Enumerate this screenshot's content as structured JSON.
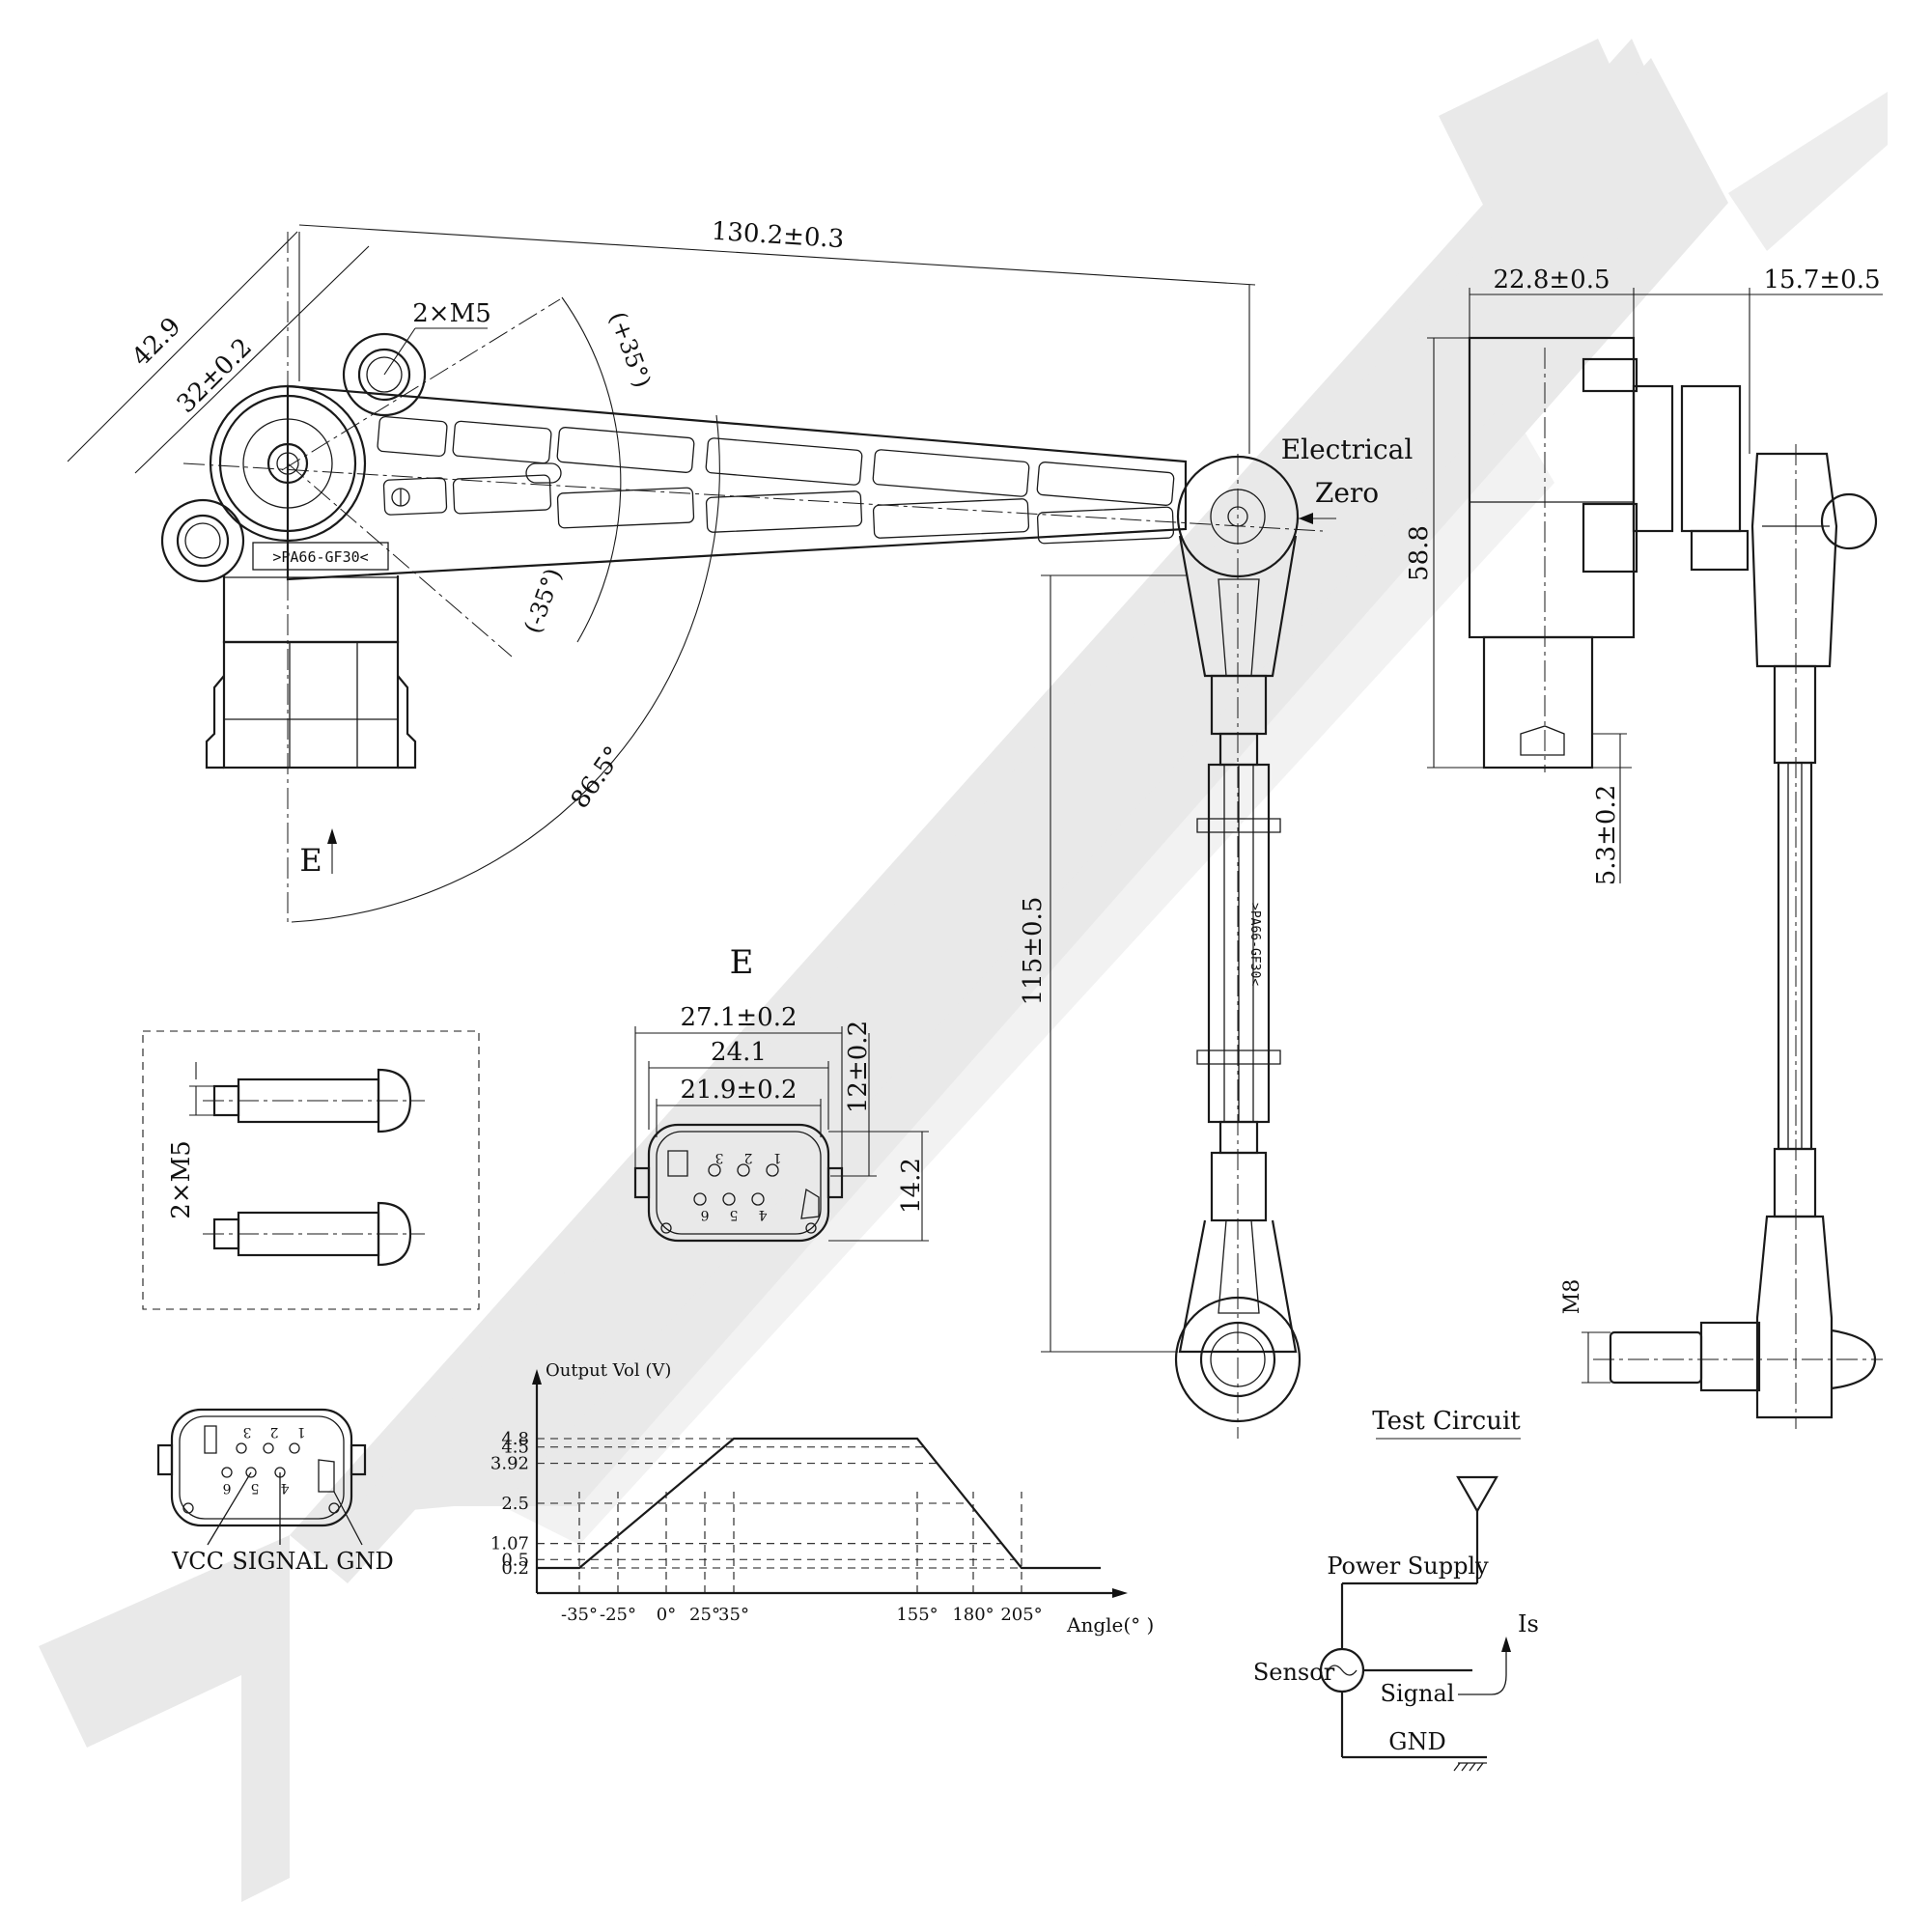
{
  "watermark": "ZENINEK",
  "dimensions": {
    "arm_length": "130.2±0.3",
    "d_42_9": "42.9",
    "d_32": "32±0.2",
    "m5_top": "2×M5",
    "angle_pos": "(+35°)",
    "angle_neg": "(-35°)",
    "angle_86": "86.5°",
    "electrical_zero_1": "Electrical",
    "electrical_zero_2": "Zero",
    "e_arrow": "E",
    "d_115": "115±0.5",
    "d_22_8": "22.8±0.5",
    "d_15_7": "15.7±0.5",
    "d_58_8": "58.8",
    "d_5_3": "5.3±0.2",
    "m8": "M8",
    "part_marking_1": ">PA66-GF30<",
    "part_marking_2": ">PA66-GF30<"
  },
  "view_e": {
    "title": "E",
    "d_27_1": "27.1±0.2",
    "d_24_1": "24.1",
    "d_21_9": "21.9±0.2",
    "d_12": "12±0.2",
    "d_14_2": "14.2",
    "pins": [
      "1",
      "2",
      "3",
      "4",
      "5",
      "6"
    ]
  },
  "bolts": {
    "label": "2×M5"
  },
  "pinout": {
    "vcc": "VCC",
    "signal": "SIGNAL",
    "gnd": "GND",
    "pins": [
      "1",
      "2",
      "3",
      "4",
      "5",
      "6"
    ]
  },
  "chart_data": {
    "type": "line",
    "ylabel": "Output Vol (V)",
    "xlabel": "Angle(° )",
    "x_ticks": [
      "-35°",
      "-25°",
      "0°",
      "25°",
      "35°",
      "155°",
      "180°",
      "205°"
    ],
    "y_ticks": [
      "4.8",
      "4.5",
      "3.92",
      "2.5",
      "1.07",
      "0.5",
      "0.2"
    ],
    "series": [
      {
        "x": [
          -60,
          -35,
          35,
          155,
          205,
          230
        ],
        "y": [
          0.2,
          0.2,
          4.8,
          4.8,
          0.2,
          0.2
        ]
      }
    ]
  },
  "test_circuit": {
    "title": "Test Circuit",
    "power": "Power Supply",
    "sensor": "Sensor",
    "signal": "Signal",
    "is": "Is",
    "gnd": "GND"
  }
}
